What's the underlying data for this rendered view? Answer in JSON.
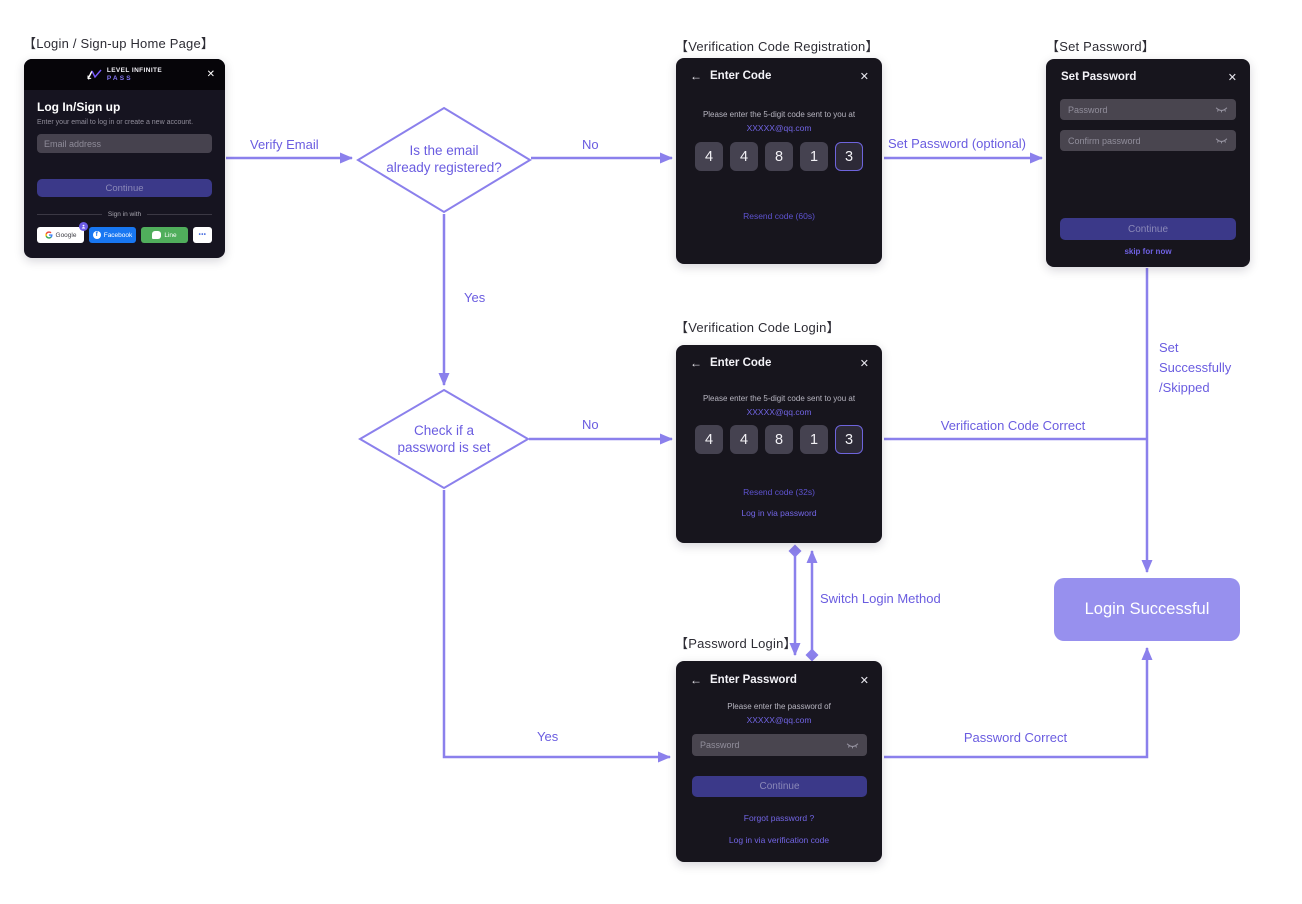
{
  "colors": {
    "flow_line": "#8b80ec",
    "flow_label": "#6a5ce0",
    "terminal_bg": "#9790ee",
    "card_bg": "#17151d",
    "input_bg": "#49454f",
    "continue_bg": "#3b3989",
    "link_purple": "#7164e4",
    "facebook_blue": "#1877f2",
    "line_green": "#50ae5c"
  },
  "captions": {
    "login_home": "【Login / Sign-up Home Page】",
    "code_registration": "【Verification Code Registration】",
    "set_password": "【Set Password】",
    "code_login": "【Verification Code Login】",
    "password_login": "【Password Login】"
  },
  "login_home": {
    "logo_line1": "LEVEL INFINITE",
    "logo_line2": "PASS",
    "close": "✕",
    "title": "Log In/Sign up",
    "subtitle": "Enter your email to log in or create a new account.",
    "email_placeholder": "Email address",
    "continue_label": "Continue",
    "divider_label": "Sign in with",
    "social": {
      "google": "Google",
      "facebook": "Facebook",
      "line": "Line",
      "more": "•••",
      "facebook_glyph": "f"
    }
  },
  "code_registration": {
    "back": "←",
    "close": "✕",
    "title": "Enter Code",
    "hint": "Please enter the 5-digit code sent to you at",
    "email": "XXXXX@qq.com",
    "code": [
      "4",
      "4",
      "8",
      "1",
      "3"
    ],
    "resend": "Resend code (60s)"
  },
  "set_password": {
    "close": "✕",
    "title": "Set Password",
    "password_placeholder": "Password",
    "confirm_placeholder": "Confirm password",
    "continue_label": "Continue",
    "skip_label": "skip for now"
  },
  "code_login": {
    "back": "←",
    "close": "✕",
    "title": "Enter Code",
    "hint": "Please enter the 5-digit code sent to you at",
    "email": "XXXXX@qq.com",
    "code": [
      "4",
      "4",
      "8",
      "1",
      "3"
    ],
    "resend": "Resend code (32s)",
    "alt_link": "Log in via password"
  },
  "password_login": {
    "back": "←",
    "close": "✕",
    "title": "Enter Password",
    "hint": "Please enter the password of",
    "email": "XXXXX@qq.com",
    "password_placeholder": "Password",
    "continue_label": "Continue",
    "forgot_label": "Forgot password ?",
    "alt_link": "Log in via verification code"
  },
  "flow": {
    "decision_email": {
      "line1": "Is the email",
      "line2": "already registered?"
    },
    "decision_password": {
      "line1": "Check if a",
      "line2": "password is set"
    },
    "labels": {
      "verify_email": "Verify Email",
      "no_registration": "No",
      "set_password_optional": "Set Password (optional)",
      "yes_registered": "Yes",
      "no_password": "No",
      "verification_code_correct": "Verification Code Correct",
      "set_successfully_lines": [
        "Set",
        "Successfully",
        "/Skipped"
      ],
      "switch_login_method": "Switch Login Method",
      "yes_password": "Yes",
      "password_correct": "Password Correct"
    },
    "terminal": "Login Successful"
  }
}
